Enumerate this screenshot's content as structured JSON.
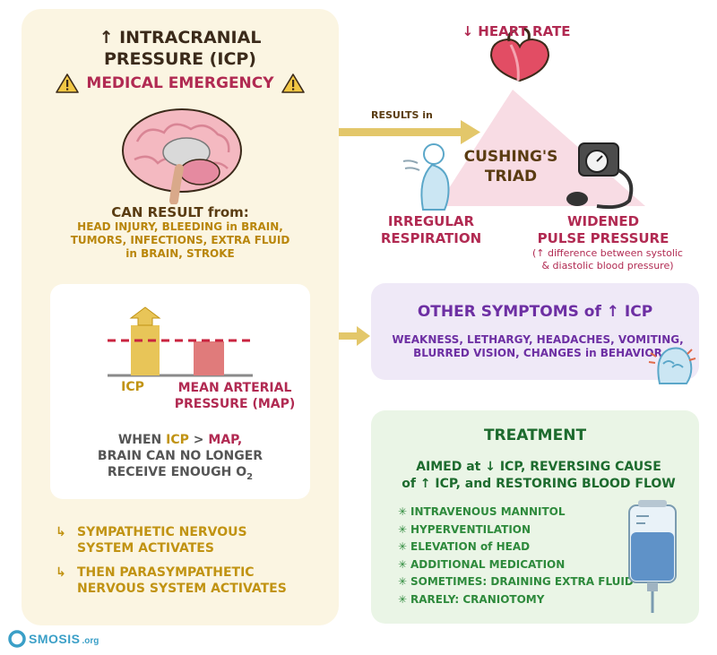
{
  "icp_panel": {
    "title_line1": "↑ INTRACRANIAL",
    "title_line2": "PRESSURE (ICP)",
    "emergency": "MEDICAL EMERGENCY",
    "can_result_title": "CAN RESULT from:",
    "causes_line1": "HEAD INJURY, BLEEDING in BRAIN,",
    "causes_line2": "TUMORS, INFECTIONS, EXTRA FLUID",
    "causes_line3": "in BRAIN, STROKE"
  },
  "pressure_chart": {
    "icp_label": "ICP",
    "map_label_line1": "MEAN ARTERIAL",
    "map_label_line2": "PRESSURE (MAP)",
    "when": "WHEN",
    "icp": "ICP",
    "gt": ">",
    "map": "MAP,",
    "line2": "BRAIN CAN NO LONGER",
    "line3_text": "RECEIVE ENOUGH O",
    "line3_sub": "2",
    "colors": {
      "icp_bar": "#e8c558",
      "map_bar": "#e07b7b",
      "threshold": "#c9243f"
    }
  },
  "steps": {
    "step1_line1": "SYMPATHETIC NERVOUS",
    "step1_line2": "SYSTEM ACTIVATES",
    "step2_line1": "THEN PARASYMPATHETIC",
    "step2_line2": "NERVOUS SYSTEM ACTIVATES"
  },
  "arrows": {
    "results_in": "RESULTS in"
  },
  "triad": {
    "heart_rate": "↓ HEART RATE",
    "title_line1": "CUSHING'S",
    "title_line2": "TRIAD",
    "irregular_line1": "IRREGULAR",
    "irregular_line2": "RESPIRATION",
    "widened_line1": "WIDENED",
    "widened_line2": "PULSE PRESSURE",
    "note_line1": "(↑ difference between systolic",
    "note_line2": "& diastolic blood pressure)"
  },
  "other_symptoms": {
    "title": "OTHER SYMPTOMS of ↑ ICP",
    "line1": "WEAKNESS, LETHARGY, HEADACHES, VOMITING,",
    "line2": "BLURRED VISION, CHANGES in BEHAVIOR"
  },
  "treatment": {
    "title": "TREATMENT",
    "aim_line1": "AIMED at ↓ ICP, REVERSING CAUSE",
    "aim_line2": "of ↑ ICP, and RESTORING BLOOD FLOW",
    "items": [
      "INTRAVENOUS MANNITOL",
      "HYPERVENTILATION",
      "ELEVATION of HEAD",
      "ADDITIONAL MEDICATION",
      "SOMETIMES: DRAINING EXTRA FLUID",
      "RARELY: CRANIOTOMY"
    ]
  },
  "logo": {
    "o": "O",
    "name": "SMOSIS",
    "suffix": ".org"
  },
  "icons": [
    "warning-icon",
    "brain-icon",
    "heart-icon",
    "breathing-person-icon",
    "blood-pressure-cuff-icon",
    "headache-head-icon",
    "iv-bag-icon",
    "arrow-right-icon"
  ]
}
